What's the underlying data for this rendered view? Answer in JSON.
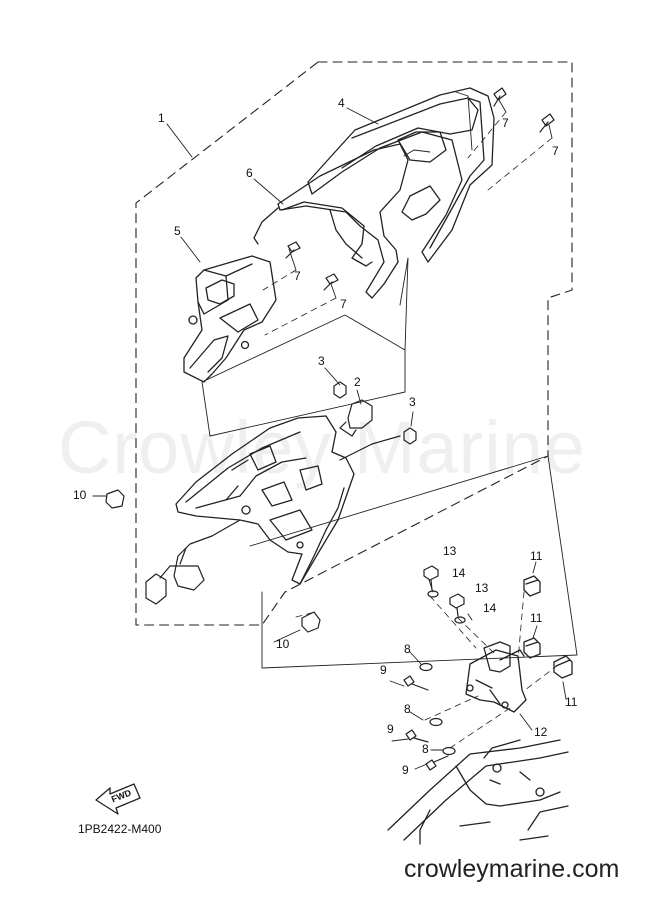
{
  "watermark": "Crowley Marine",
  "figure_code": "1PB2422-M400",
  "website": "crowleymarine.com",
  "fwd_label": "FWD",
  "callouts": [
    "1",
    "2",
    "3",
    "3",
    "4",
    "5",
    "6",
    "7",
    "7",
    "7",
    "7",
    "8",
    "8",
    "8",
    "9",
    "9",
    "9",
    "10",
    "10",
    "11",
    "11",
    "11",
    "12",
    "13",
    "13",
    "14",
    "14"
  ]
}
